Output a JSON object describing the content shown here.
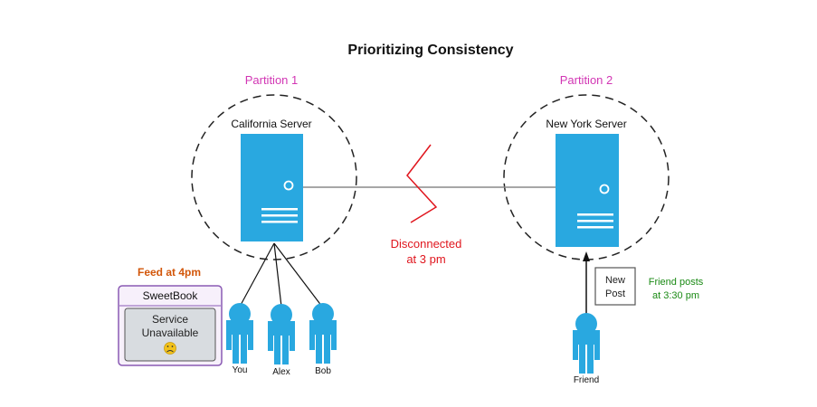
{
  "title": "Prioritizing Consistency",
  "partitions": [
    {
      "label": "Partition 1",
      "server": "California Server"
    },
    {
      "label": "Partition 2",
      "server": "New York Server"
    }
  ],
  "link_status": {
    "line1": "Disconnected",
    "line2": "at 3 pm"
  },
  "feed": {
    "caption": "Feed at 4pm",
    "app_name": "SweetBook",
    "message_line1": "Service",
    "message_line2": "Unavailable",
    "emoji": "☹"
  },
  "users": [
    "You",
    "Alex",
    "Bob"
  ],
  "friend": {
    "name": "Friend",
    "post_line1": "New",
    "post_line2": "Post",
    "note_line1": "Friend posts",
    "note_line2": "at 3:30 pm"
  },
  "colors": {
    "server": "#29a8e0",
    "person": "#29a8e0",
    "partition_label": "#d236b4",
    "disconnect": "#e0161e",
    "feed_caption": "#d2560a",
    "friend_note": "#1a8a14",
    "app_border": "#8a5ab4",
    "app_bg": "#f7f0fb",
    "screen_bg": "#d8dce0"
  }
}
